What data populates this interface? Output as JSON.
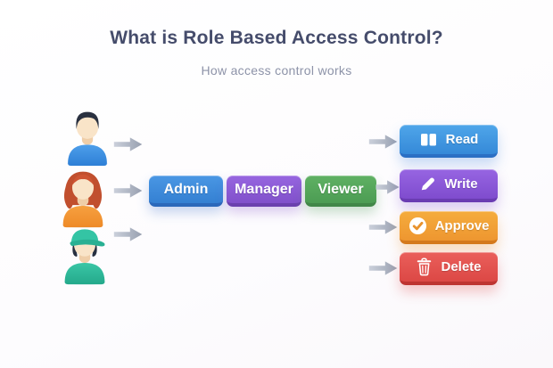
{
  "header": {
    "title": "What is Role Based Access Control?",
    "subtitle": "How access control works"
  },
  "users": [
    {
      "name": "user-blue-shirt",
      "description": "person with dark hair, blue shirt"
    },
    {
      "name": "user-orange-shirt",
      "description": "woman with red hair, orange shirt"
    },
    {
      "name": "user-teal-cap",
      "description": "person with teal cap and shirt"
    }
  ],
  "roles": [
    {
      "label": "Admin",
      "color": "#3F88DB"
    },
    {
      "label": "Manager",
      "color": "#8A5AD6"
    },
    {
      "label": "Viewer",
      "color": "#55A75C"
    }
  ],
  "permissions": [
    {
      "label": "Read",
      "icon": "open-book-icon",
      "color": "#3F97E0"
    },
    {
      "label": "Write",
      "icon": "pencil-icon",
      "color": "#8754D4"
    },
    {
      "label": "Approve",
      "icon": "check-circle-icon",
      "color": "#F09B33"
    },
    {
      "label": "Delete",
      "icon": "trash-icon",
      "color": "#E25350"
    }
  ],
  "colors": {
    "title_text": "#454C6B",
    "subtitle_text": "#8D93A8",
    "arrow": "#A8AFBE",
    "background": "#FDFCFE"
  }
}
